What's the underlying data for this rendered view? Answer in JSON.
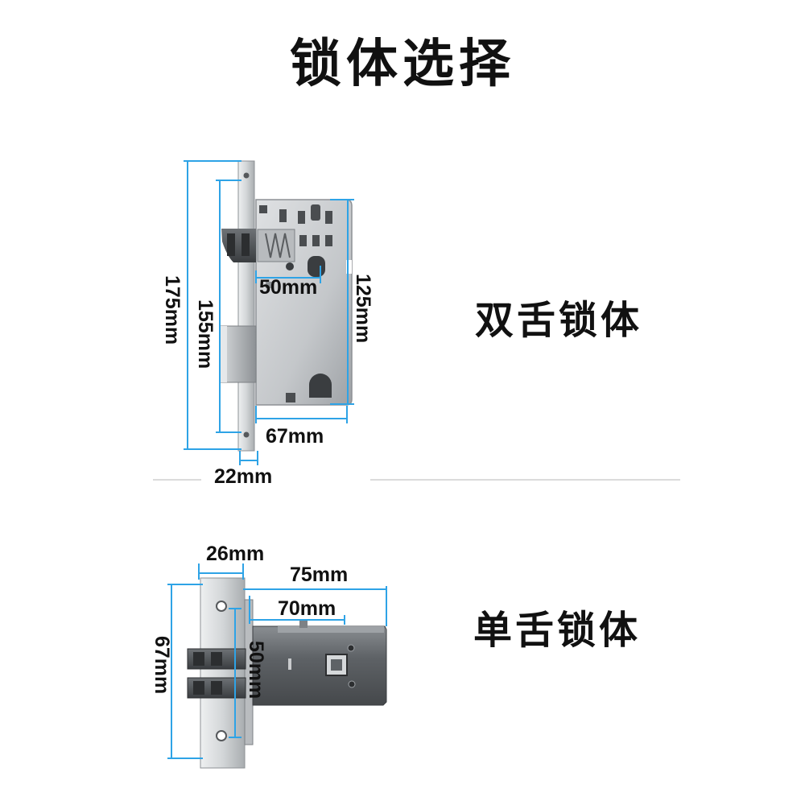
{
  "title": "锁体选择",
  "double_lock": {
    "label": "双舌锁体",
    "dims": {
      "total_height": "175mm",
      "plate_height": "155mm",
      "case_height": "125mm",
      "backset": "50mm",
      "case_width": "67mm",
      "plate_width": "22mm"
    }
  },
  "single_lock": {
    "label": "单舌锁体",
    "dims": {
      "plate_width": "26mm",
      "total_length": "75mm",
      "case_length": "70mm",
      "plate_height": "67mm",
      "backset": "50mm"
    }
  },
  "colors": {
    "dimension_line": "#2ea3e6",
    "steel": "#c9cbcd",
    "text": "#111111"
  }
}
